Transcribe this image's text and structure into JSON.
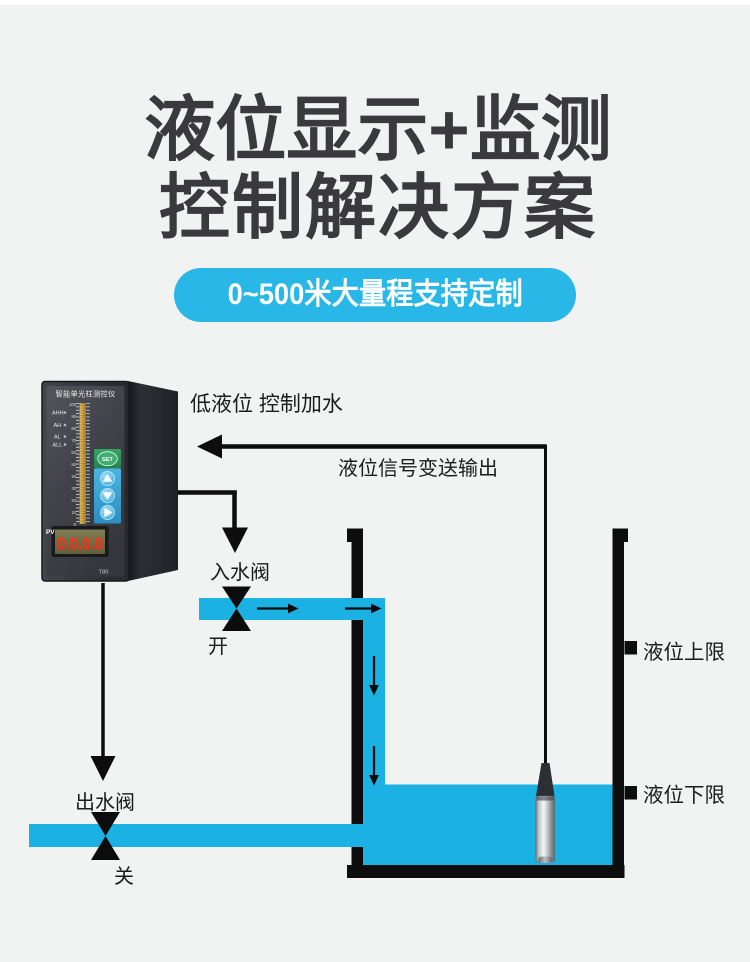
{
  "header": {
    "title_line1": "液位显示+监测",
    "title_line2": "控制解决方案",
    "badge": "0~500米大量程支持定制"
  },
  "colors": {
    "background": "#f1f2f2",
    "accent_blue": "#29b7e8",
    "pipe_blue": "#1cb1e3",
    "line_black": "#0d0d0d",
    "title_dark": "#3a3a3c",
    "led_red": "#ff2d12"
  },
  "device": {
    "top_label": "智能单光柱测控仪",
    "indicators": [
      "AHH",
      "AH",
      "AL",
      "ALL"
    ],
    "scale": [
      "100",
      "90",
      "80",
      "70",
      "60",
      "50",
      "40",
      "30",
      "20",
      "10",
      "0"
    ],
    "set_label": "SET",
    "pv_label": "PV",
    "display_value": "0.0.0.0",
    "model": "T80"
  },
  "diagram": {
    "annotations": {
      "low_level_action": "低液位 控制加水",
      "signal_output": "液位信号变送输出",
      "inlet_valve": "入水阀",
      "inlet_state": "开",
      "outlet_valve": "出水阀",
      "outlet_state": "关",
      "upper_limit": "液位上限",
      "lower_limit": "液位下限"
    }
  }
}
